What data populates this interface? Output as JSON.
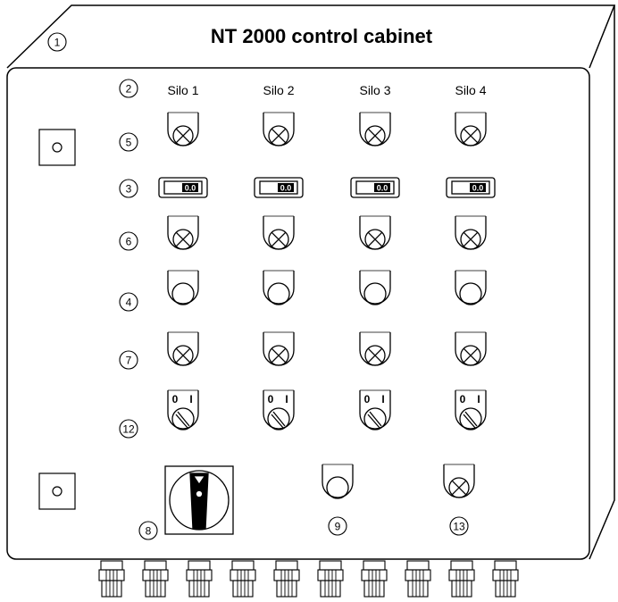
{
  "title": "NT 2000 control cabinet",
  "silos": [
    "Silo 1",
    "Silo 2",
    "Silo 3",
    "Silo 4"
  ],
  "display_value": "0.0",
  "switch_positions": {
    "off": "0",
    "on": "I"
  },
  "callouts": {
    "c1": "1",
    "c2": "2",
    "c3": "3",
    "c4": "4",
    "c5": "5",
    "c6": "6",
    "c7": "7",
    "c8": "8",
    "c9": "9",
    "c12": "12",
    "c13": "13"
  }
}
